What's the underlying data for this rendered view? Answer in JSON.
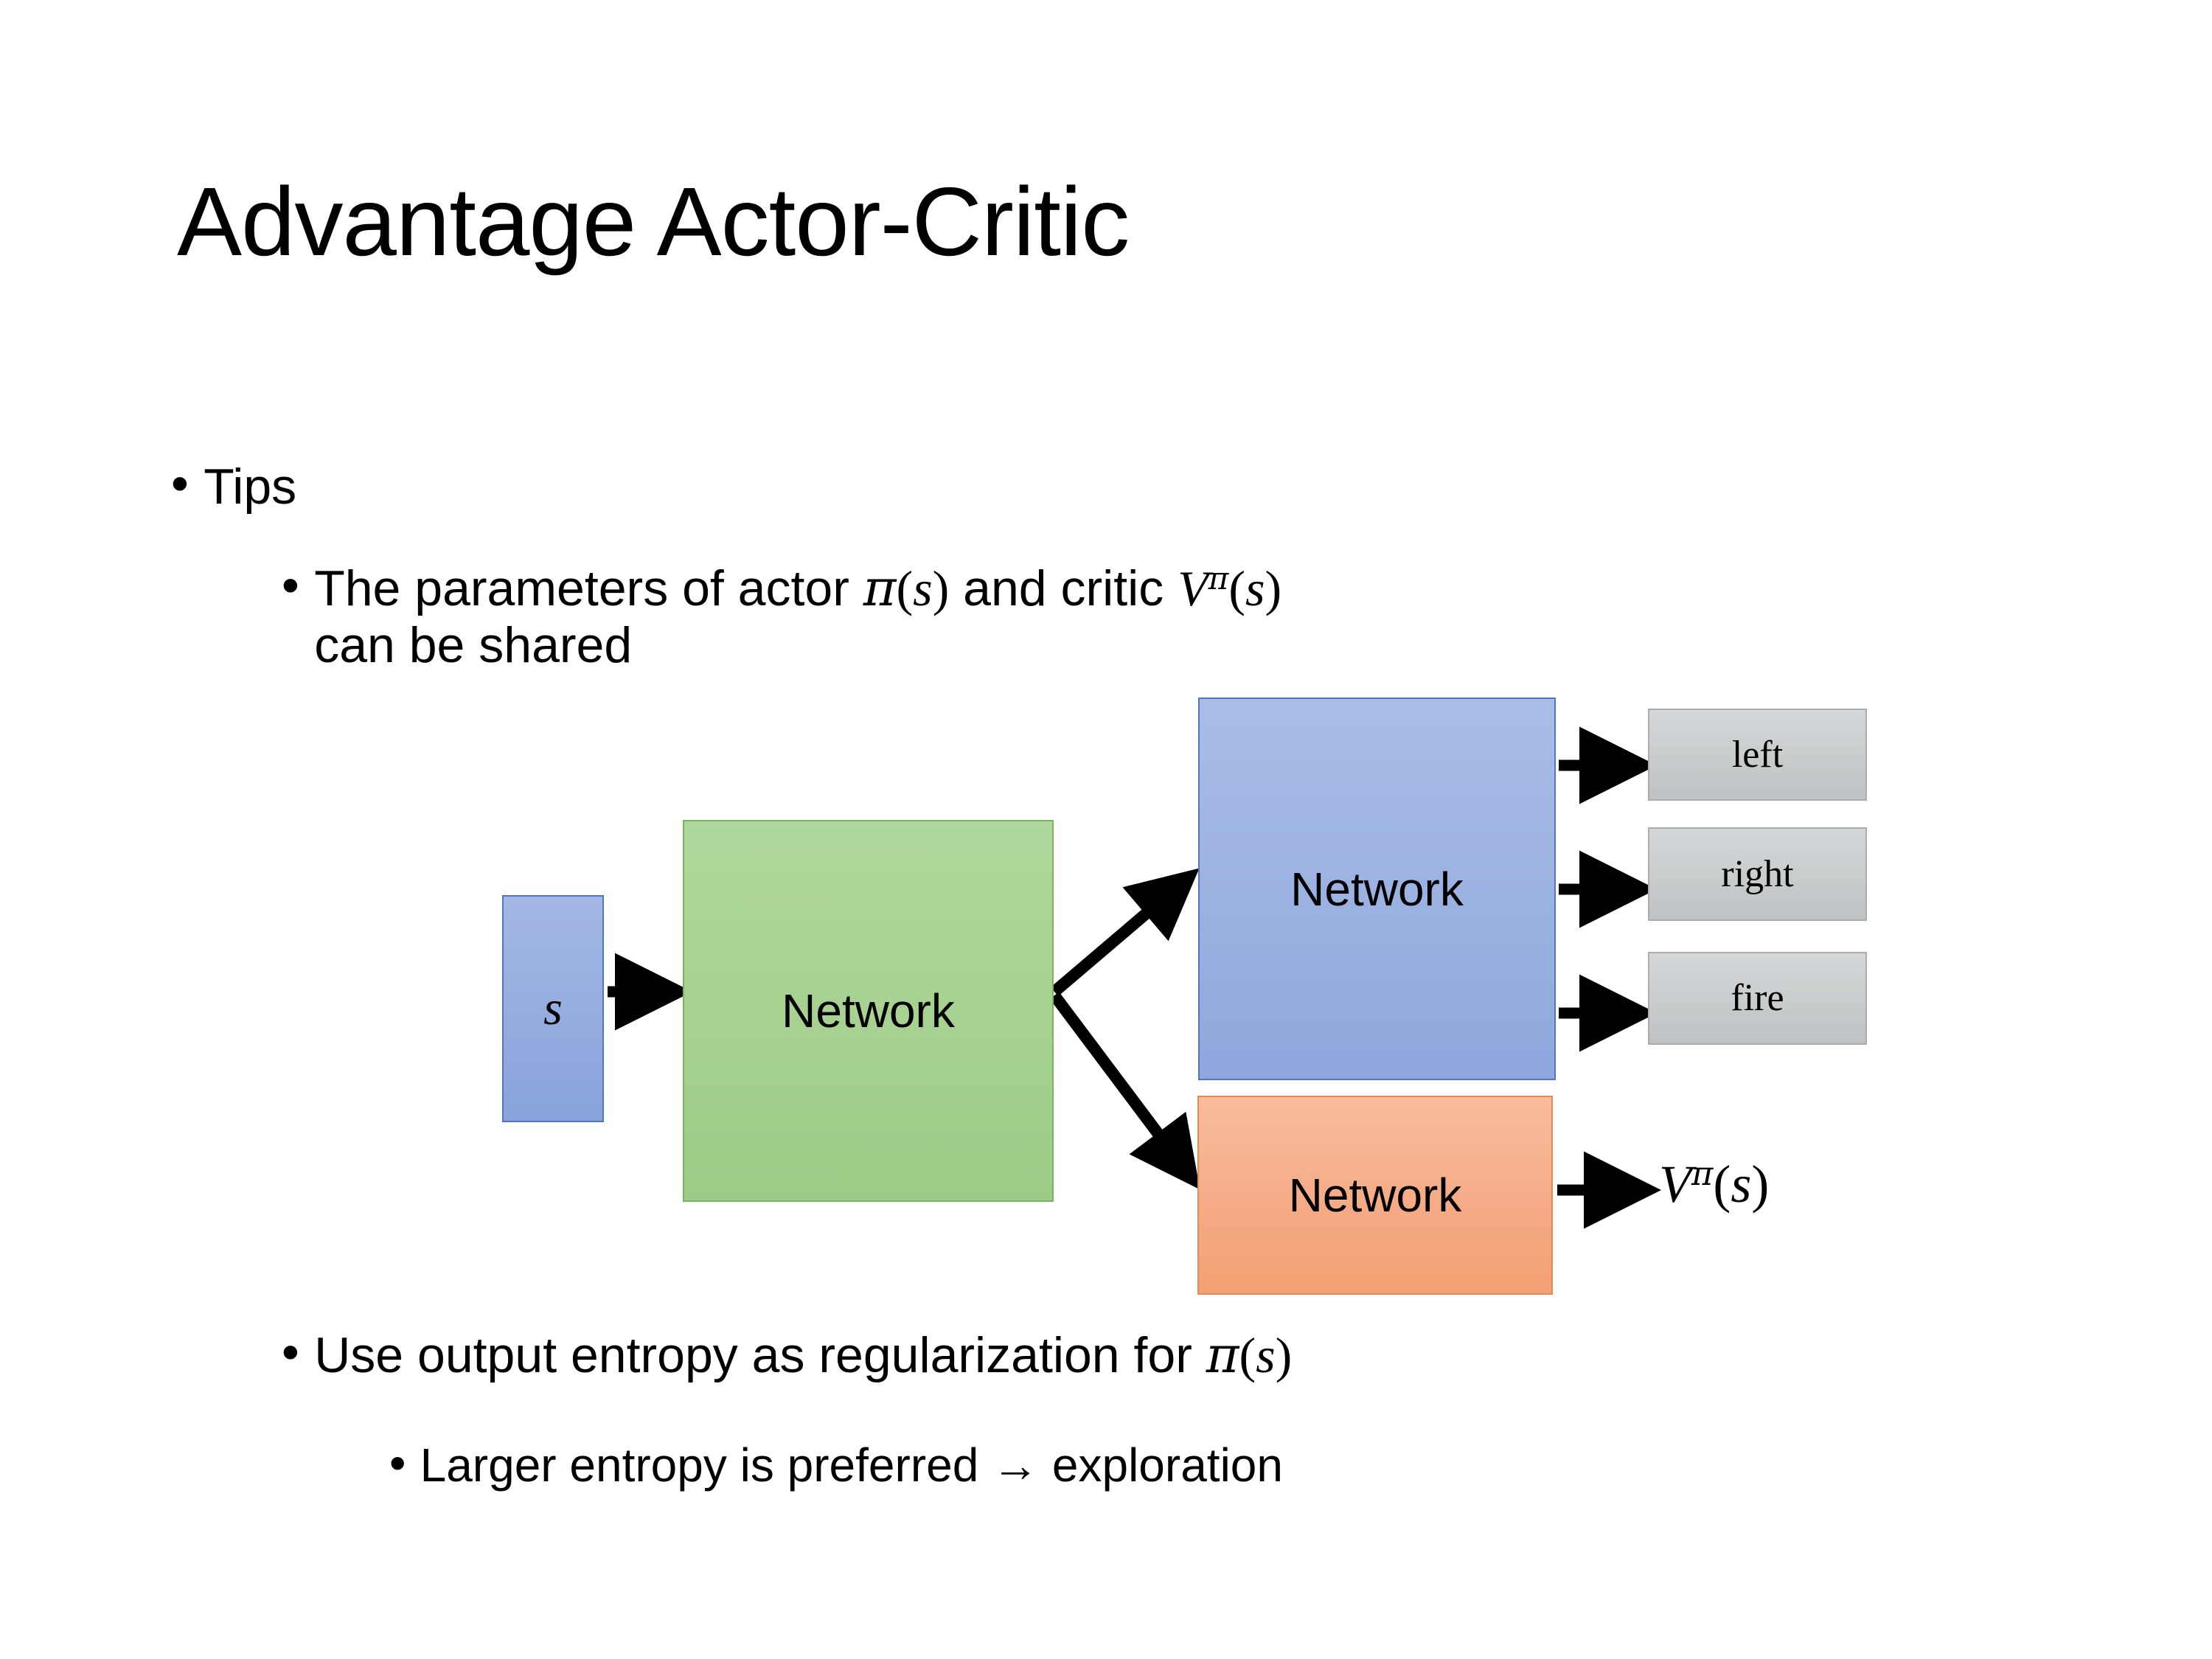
{
  "slide": {
    "title": "Advantage Actor-Critic",
    "background": "#ffffff"
  },
  "bullets": {
    "tips": {
      "marker": "•",
      "text": "Tips"
    },
    "shared": {
      "marker": "•",
      "text_part1": "The parameters of actor ",
      "math1_greek": "π",
      "math1_open": "(",
      "math1_var": "s",
      "math1_close": ")",
      "text_part2": "  and critic ",
      "math2_V": "V",
      "math2_sup": "π",
      "math2_open": "(",
      "math2_var": "s",
      "math2_close": ")",
      "text_line2": "can be shared"
    },
    "entropy": {
      "marker": "•",
      "text": "Use output entropy as regularization for ",
      "math_greek": "π",
      "math_open": "(",
      "math_var": "s",
      "math_close": ")"
    },
    "larger": {
      "marker": "•",
      "text": "Larger entropy is preferred → exploration"
    }
  },
  "diagram": {
    "state_box": {
      "label": "s",
      "fill": "#9bb1e1",
      "border": "#4f75c4"
    },
    "shared_network": {
      "label": "Network",
      "fill": "#a6d191",
      "border": "#7ab35f"
    },
    "actor_network": {
      "label": "Network",
      "fill": "#9bb1e1",
      "border": "#4f75c4"
    },
    "critic_network": {
      "label": "Network",
      "fill": "#f5ab86",
      "border": "#e08a55"
    },
    "action_outputs": [
      {
        "label": "left",
        "fill": "#c8cccd",
        "border": "#a9adb0"
      },
      {
        "label": "right",
        "fill": "#c8cccd",
        "border": "#a9adb0"
      },
      {
        "label": "fire",
        "fill": "#c8cccd",
        "border": "#a9adb0"
      }
    ],
    "value_output": {
      "V": "V",
      "sup": "π",
      "open": "(",
      "var": "s",
      "close": ")"
    },
    "arrow_color": "#000000",
    "arrows": [
      {
        "name": "state-to-shared",
        "from": "state_box",
        "to": "shared_network"
      },
      {
        "name": "shared-to-actor",
        "from": "shared_network",
        "to": "actor_network"
      },
      {
        "name": "shared-to-critic",
        "from": "shared_network",
        "to": "critic_network"
      },
      {
        "name": "actor-to-left",
        "from": "actor_network",
        "to": "left"
      },
      {
        "name": "actor-to-right",
        "from": "actor_network",
        "to": "right"
      },
      {
        "name": "actor-to-fire",
        "from": "actor_network",
        "to": "fire"
      },
      {
        "name": "critic-to-value",
        "from": "critic_network",
        "to": "value_output"
      }
    ]
  }
}
